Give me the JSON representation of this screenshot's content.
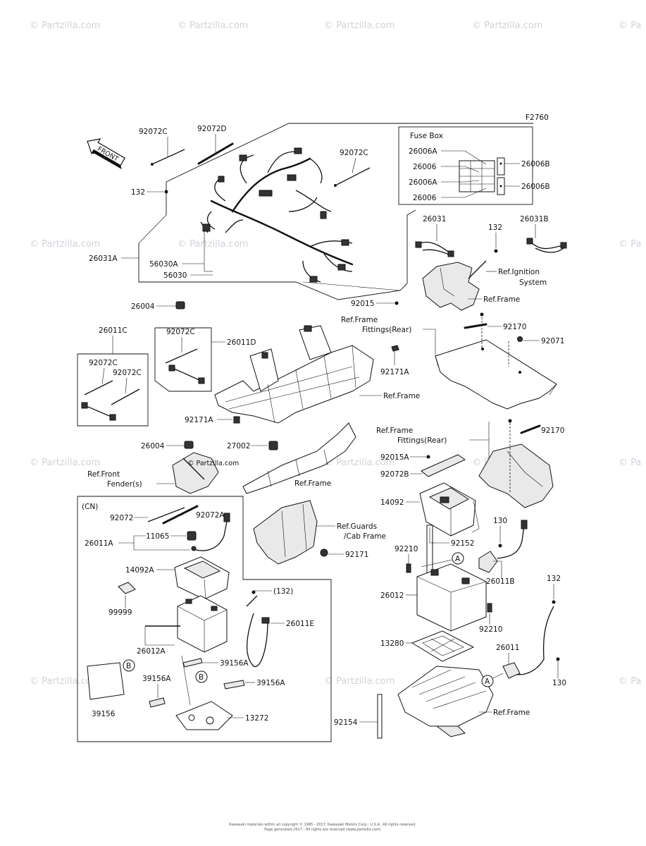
{
  "watermarks": {
    "text": "© Partzilla.com",
    "text_short": "© Pa",
    "center_text": "© Partzilla.com"
  },
  "diagram": {
    "code": "F2760",
    "front_label": "FRONT",
    "fuse_box": {
      "title": "Fuse Box",
      "left": [
        "26006A",
        "26006",
        "26006A",
        "26006"
      ],
      "right": [
        "26006B",
        "26006B"
      ]
    },
    "labels": {
      "p92072C_a": "92072C",
      "p92072D": "92072D",
      "p92072C_b": "92072C",
      "p132_a": "132",
      "p26031A": "26031A",
      "p56030A": "56030A",
      "p56030": "56030",
      "p26004_a": "26004",
      "p92015": "92015",
      "p26031": "26031",
      "p132_b": "132",
      "p26031B": "26031B",
      "ref_ignition_1": "Ref.Ignition",
      "ref_ignition_2": "System",
      "ref_frame_a": "Ref.Frame",
      "ref_fittings_rear_a1": "Ref.Frame",
      "ref_fittings_rear_a2": "Fittings(Rear)",
      "p92170_a": "92170",
      "p92071": "92071",
      "p26011C": "26011C",
      "p92072C_c": "92072C",
      "p26011D": "26011D",
      "p92072C_d": "92072C",
      "p92072C_e": "92072C",
      "p92171A_a": "92171A",
      "ref_frame_b": "Ref.Frame",
      "p92171A_b": "92171A",
      "p26004_b": "26004",
      "p27002": "27002",
      "ref_front_fender_1": "Ref.Front",
      "ref_front_fender_2": "Fender(s)",
      "ref_frame_c": "Ref.Frame",
      "ref_fittings_rear_b1": "Ref.Frame",
      "ref_fittings_rear_b2": "Fittings(Rear)",
      "p92170_b": "92170",
      "p92015A": "92015A",
      "p92072B": "92072B",
      "p14092": "14092",
      "cn": "(CN)",
      "p92072": "92072",
      "p92072A": "92072A",
      "p26011A": "26011A",
      "p11065": "11065",
      "p14092A": "14092A",
      "p99999": "99999",
      "p26012A": "26012A",
      "p132_paren": "(132)",
      "p26011E": "26011E",
      "p39156A_a": "39156A",
      "p39156A_b": "39156A",
      "p39156A_c": "39156A",
      "p39156": "39156",
      "p13272": "13272",
      "ref_guards_1": "Ref.Guards",
      "ref_guards_2": "/Cab Frame",
      "p92171": "92171",
      "p130_a": "130",
      "p92152": "92152",
      "p92210_a": "92210",
      "p26011B": "26011B",
      "p26012": "26012",
      "p92210_b": "92210",
      "p132_c": "132",
      "p13280": "13280",
      "p26011": "26011",
      "p130_b": "130",
      "p92154": "92154",
      "ref_frame_d": "Ref.Frame",
      "callout_A": "A",
      "callout_B": "B"
    },
    "footer_1": "Kawasaki materials within all copyright © 1995 - 2017, Kawasaki Motors Corp., U.S.A.. All rights reserved.",
    "footer_2": "Page generated 2017 - All rights are reserved (www.partzilla.com)"
  }
}
